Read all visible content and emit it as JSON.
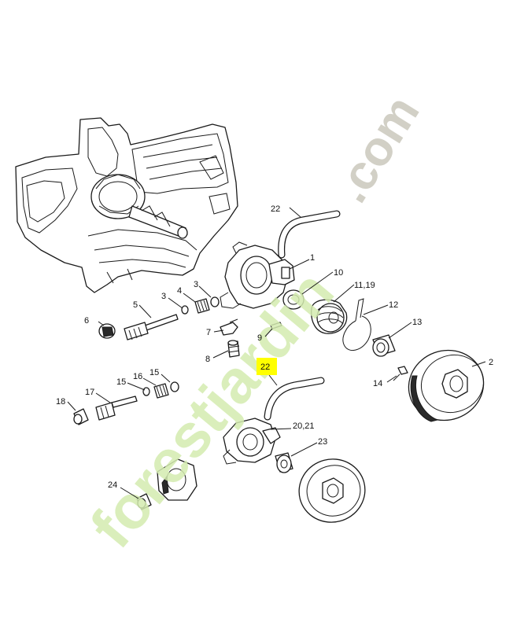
{
  "watermark": {
    "brand_text": "forestjardin",
    "domain_text": ".com",
    "brand_color": "#d4ecb0",
    "domain_color": "#d2d0c6"
  },
  "highlight_color": "#ffff00",
  "labels": {
    "l1": "1",
    "l2": "2",
    "l3a": "3",
    "l3b": "3",
    "l4": "4",
    "l5": "5",
    "l6": "6",
    "l7": "7",
    "l8": "8",
    "l9": "9",
    "l10": "10",
    "l11_19": "11,19",
    "l12": "12",
    "l13": "13",
    "l14": "14",
    "l15a": "15",
    "l15b": "15",
    "l16": "16",
    "l17": "17",
    "l18": "18",
    "l20_21": "20,21",
    "l22a": "22",
    "l22b": "22",
    "l23": "23",
    "l24": "24"
  }
}
